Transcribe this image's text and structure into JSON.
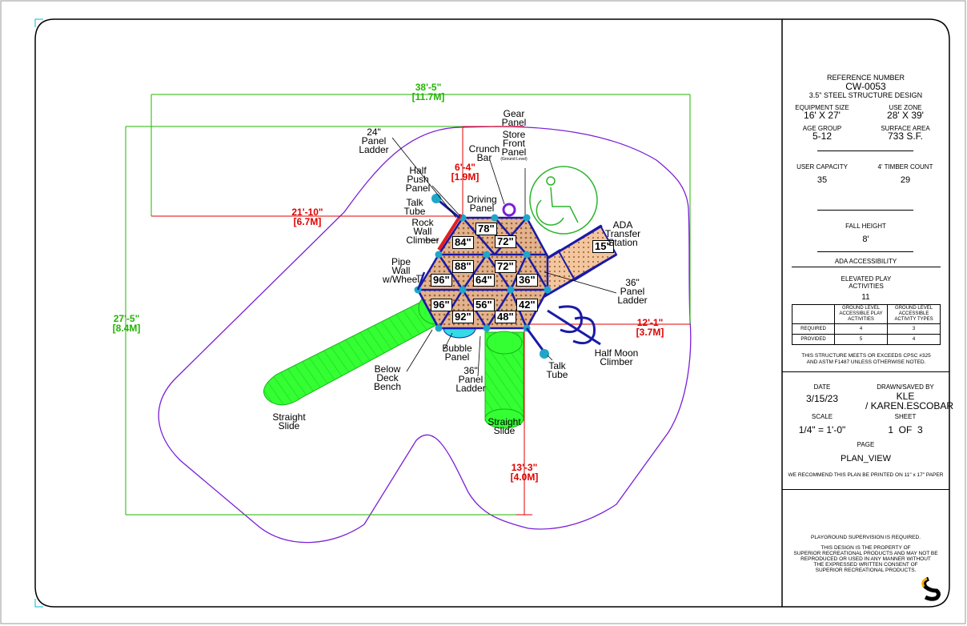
{
  "title_block": {
    "reference_label": "REFERENCE NUMBER",
    "reference_number": "CW-0053",
    "design": "3.5\" STEEL STRUCTURE DESIGN",
    "equipment_size_label": "EQUIPMENT SIZE",
    "equipment_size": "16' X 27'",
    "use_zone_label": "USE ZONE",
    "use_zone": "28' X 39'",
    "age_group_label": "AGE GROUP",
    "age_group": "5-12",
    "surface_area_label": "SURFACE AREA",
    "surface_area": "733 S.F.",
    "user_capacity_label": "USER CAPACITY",
    "user_capacity": "35",
    "timber_count_label": "4' TIMBER COUNT",
    "timber_count": "29",
    "fall_height_label": "FALL HEIGHT",
    "fall_height": "8'",
    "ada_label": "ADA ACCESSIBILITY",
    "elevated_label": "ELEVATED PLAY ACTIVITIES",
    "elevated_count": "11",
    "table": {
      "headers": [
        "",
        "GROUND LEVEL ACCESSIBLE PLAY ACTIVITIES",
        "GROUND LEVEL ACCESSIBLE ACTIVITY TYPES"
      ],
      "rows": [
        {
          "label": "REQUIRED",
          "a": "4",
          "b": "3"
        },
        {
          "label": "PROVIDED",
          "a": "5",
          "b": "4"
        }
      ]
    },
    "compliance": "THIS STRUCTURE MEETS OR EXCEEDS CPSC #325 AND ASTM F1487 UNLESS OTHERWISE NOTED.",
    "date_label": "DATE",
    "date": "3/15/23",
    "drawn_label": "DRAWN/SAVED BY",
    "drawn_by": "KLE",
    "saved_by": "/ KAREN.ESCOBAR",
    "scale_label": "SCALE",
    "scale": "1/4\" = 1'-0\"",
    "sheet_label": "SHEET",
    "sheet": "1  OF  3",
    "page_label": "PAGE",
    "page": "PLAN_VIEW",
    "print_note": "WE RECOMMEND THIS PLAN BE PRINTED ON 11\" x 17\" PAPER",
    "supervision": "PLAYGROUND SUPERVISION IS REQUIRED.",
    "property_1": "THIS DESIGN IS THE PROPERTY OF",
    "property_2": "SUPERIOR RECREATIONAL PRODUCTS AND MAY NOT BE",
    "property_3": "REPRODUCED OR USED IN ANY MANNER WITHOUT",
    "property_4": "THE EXPRESSED WRITTEN CONSENT OF",
    "property_5": "SUPERIOR RECREATIONAL PRODUCTS."
  },
  "dimensions": {
    "overall_width": "38'-5\"",
    "overall_width_m": "[11.7M]",
    "overall_depth": "27'-5\"",
    "overall_depth_m": "[8.4M]",
    "d1": "21'-10\"",
    "d1_m": "[6.7M]",
    "d2": "6'-4\"",
    "d2_m": "[1.9M]",
    "d3": "12'-1\"",
    "d3_m": "[3.7M]",
    "d4": "13'-3\"",
    "d4_m": "[4.0M]"
  },
  "deck_heights": [
    "78\"",
    "72\"",
    "84\"",
    "88\"",
    "72\"",
    "96\"",
    "64\"",
    "36\"",
    "96\"",
    "56\"",
    "42\"",
    "92\"",
    "48\"",
    "15\""
  ],
  "callouts": {
    "gear_panel": [
      "Gear",
      "Panel"
    ],
    "store_front": [
      "Store",
      "Front",
      "Panel"
    ],
    "ground_level": "(Ground Level)",
    "crunch_bar": [
      "Crunch",
      "Bar"
    ],
    "panel_ladder_24": [
      "24\"",
      "Panel",
      "Ladder"
    ],
    "half_push": [
      "Half",
      "Push",
      "Panel"
    ],
    "driving_panel": [
      "Driving",
      "Panel"
    ],
    "talk_tube_top": [
      "Talk",
      "Tube"
    ],
    "rock_wall": [
      "Rock",
      "Wall",
      "Climber"
    ],
    "ada_transfer": [
      "ADA",
      "Transfer",
      "Station"
    ],
    "pipe_wall": [
      "Pipe",
      "Wall",
      "w/Wheel"
    ],
    "panel_ladder_36_right": [
      "36\"",
      "Panel",
      "Ladder"
    ],
    "bubble_panel": [
      "Bubble",
      "Panel"
    ],
    "below_deck": [
      "Below",
      "Deck",
      "Bench"
    ],
    "panel_ladder_36_bottom": [
      "36\"",
      "Panel",
      "Ladder"
    ],
    "talk_tube_bottom": [
      "Talk",
      "Tube"
    ],
    "half_moon": [
      "Half Moon",
      "Climber"
    ],
    "straight_slide_left": [
      "Straight",
      "Slide"
    ],
    "straight_slide_bottom": [
      "Straight",
      "Slide"
    ]
  },
  "colors": {
    "frame": "#000000",
    "dimension_green": "#22b400",
    "dimension_red": "#e00000",
    "use_zone": "#7a1fd8",
    "steel": "#1a1aa6",
    "slide": "#33ff33",
    "deck": "#c98a5a",
    "ada": "#2bb52b",
    "bubble": "#33dbe8",
    "rock_wall": "#e22020",
    "logo": "#f2b100"
  }
}
